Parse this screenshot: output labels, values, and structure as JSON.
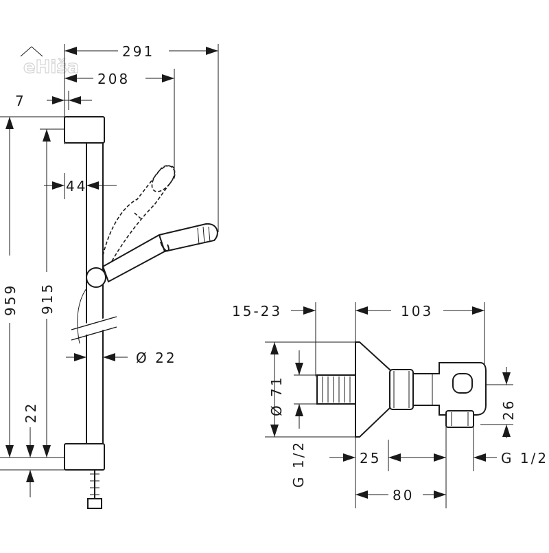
{
  "watermark": "eHiša",
  "shower_rail": {
    "dim_overall_width": "291",
    "dim_handshower_width": "208",
    "dim_top_offset": "7",
    "dim_rail_depth": "44",
    "dim_total_height": "959",
    "dim_rail_height": "915",
    "dim_diameter": "Ø 22",
    "dim_bottom_offset": "22"
  },
  "mixer": {
    "dim_connection_length": "15-23",
    "dim_body_length": "103",
    "dim_flange_diameter": "Ø 71",
    "dim_outlet_height": "26",
    "dim_flange_depth": "25",
    "dim_inlet_thread": "G 1/2",
    "dim_outlet_thread": "G 1/2",
    "dim_outlet_offset": "80"
  }
}
